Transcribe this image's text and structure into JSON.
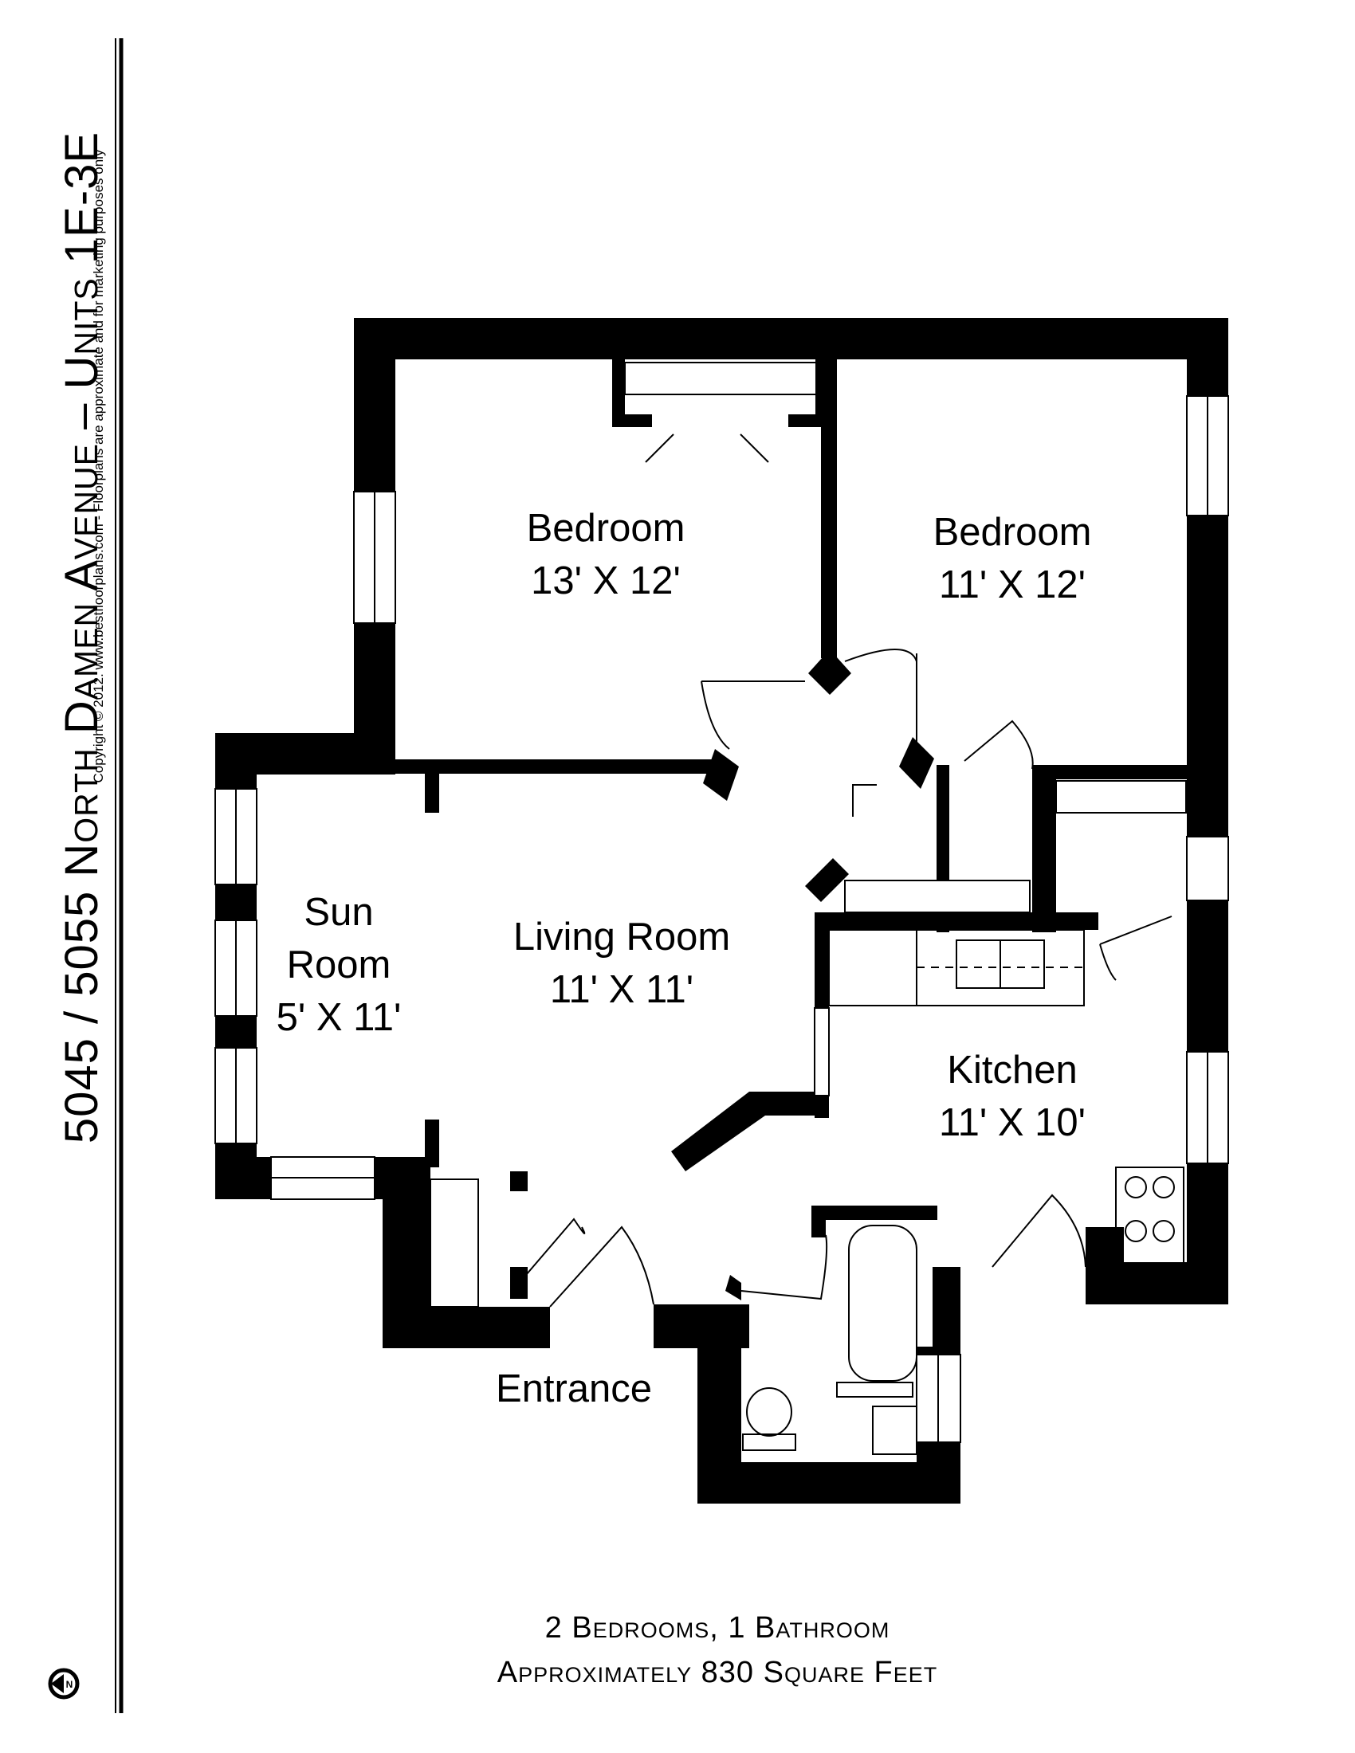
{
  "title": "5045 / 5055 North Damen Avenue – Units 1E-3E",
  "copyright": "Copyright © 2012. www.bestfloorplans.com - Floorplans are approximate and for marketing purposes only",
  "rooms": {
    "bedroom_1": {
      "name": "Bedroom",
      "size": "13' X 12'"
    },
    "bedroom_2": {
      "name": "Bedroom",
      "size": "11' X 12'"
    },
    "sun_room": {
      "name_line1": "Sun",
      "name_line2": "Room",
      "size": "5' X 11'"
    },
    "living_room": {
      "name": "Living Room",
      "size": "11' X 11'"
    },
    "kitchen": {
      "name": "Kitchen",
      "size": "11' X 10'"
    },
    "entrance": {
      "name": "Entrance"
    }
  },
  "summary": {
    "line1": "2 Bedrooms, 1 Bathroom",
    "line2": "Approximately 830 Square Feet"
  },
  "compass": {
    "icon": "north-arrow-icon",
    "label": "N"
  },
  "colors": {
    "wall": "#000000",
    "background": "#ffffff"
  }
}
